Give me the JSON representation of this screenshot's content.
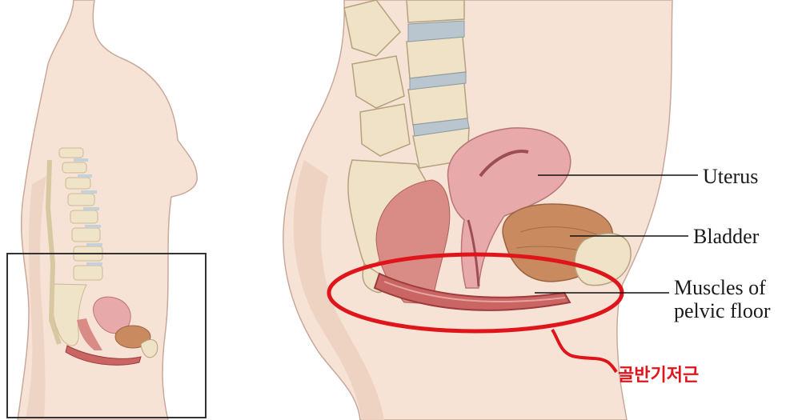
{
  "labels": {
    "uterus": "Uterus",
    "bladder": "Bladder",
    "muscles": "Muscles of pelvic floor",
    "korean_annotation": "골반기저근"
  },
  "colors": {
    "skin": "#f6e3d6",
    "skin_shadow": "#e9c6b3",
    "outline": "#c9a89a",
    "bone": "#efe2c6",
    "bone_outline": "#b5a27c",
    "disc": "#b9c6cf",
    "uterus": "#e8a9aa",
    "bladder": "#c98a5f",
    "muscle": "#c96562",
    "muscle_dark": "#9e3b3c",
    "annotation_red": "#e0141b",
    "leader_line": "#111111",
    "inset_frame": "#333333"
  }
}
